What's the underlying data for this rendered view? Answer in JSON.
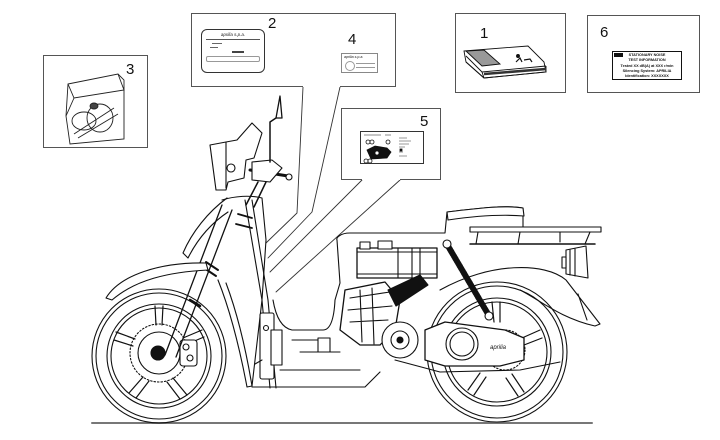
{
  "diagram": {
    "type": "parts-diagram",
    "subject": "scooter side view with labels and documentation kit",
    "callouts": [
      {
        "number": "1",
        "item": "owner-manual"
      },
      {
        "number": "2",
        "item": "identification-plate-sticker"
      },
      {
        "number": "3",
        "item": "tool-kit-bag"
      },
      {
        "number": "4",
        "item": "small-identification-sticker"
      },
      {
        "number": "5",
        "item": "information-decal"
      },
      {
        "number": "6",
        "item": "noise-test-sticker"
      }
    ],
    "sticker_2": {
      "brand": "aprilia s.p.a."
    },
    "sticker_4": {
      "brand": "aprilia s.p.a."
    },
    "sticker_6": {
      "lines": [
        "STATIONARY NOISE",
        "TEST INFORMATION",
        "Tested XX dB(A) at XXX r/min",
        "Silencing System: APRILIA",
        "Identification: XXXXXXX"
      ]
    },
    "cvt_cover_logo": "aprilia",
    "colors": {
      "line": "#111111",
      "box_border": "#555555",
      "ground": "#777777",
      "background": "#ffffff"
    }
  }
}
